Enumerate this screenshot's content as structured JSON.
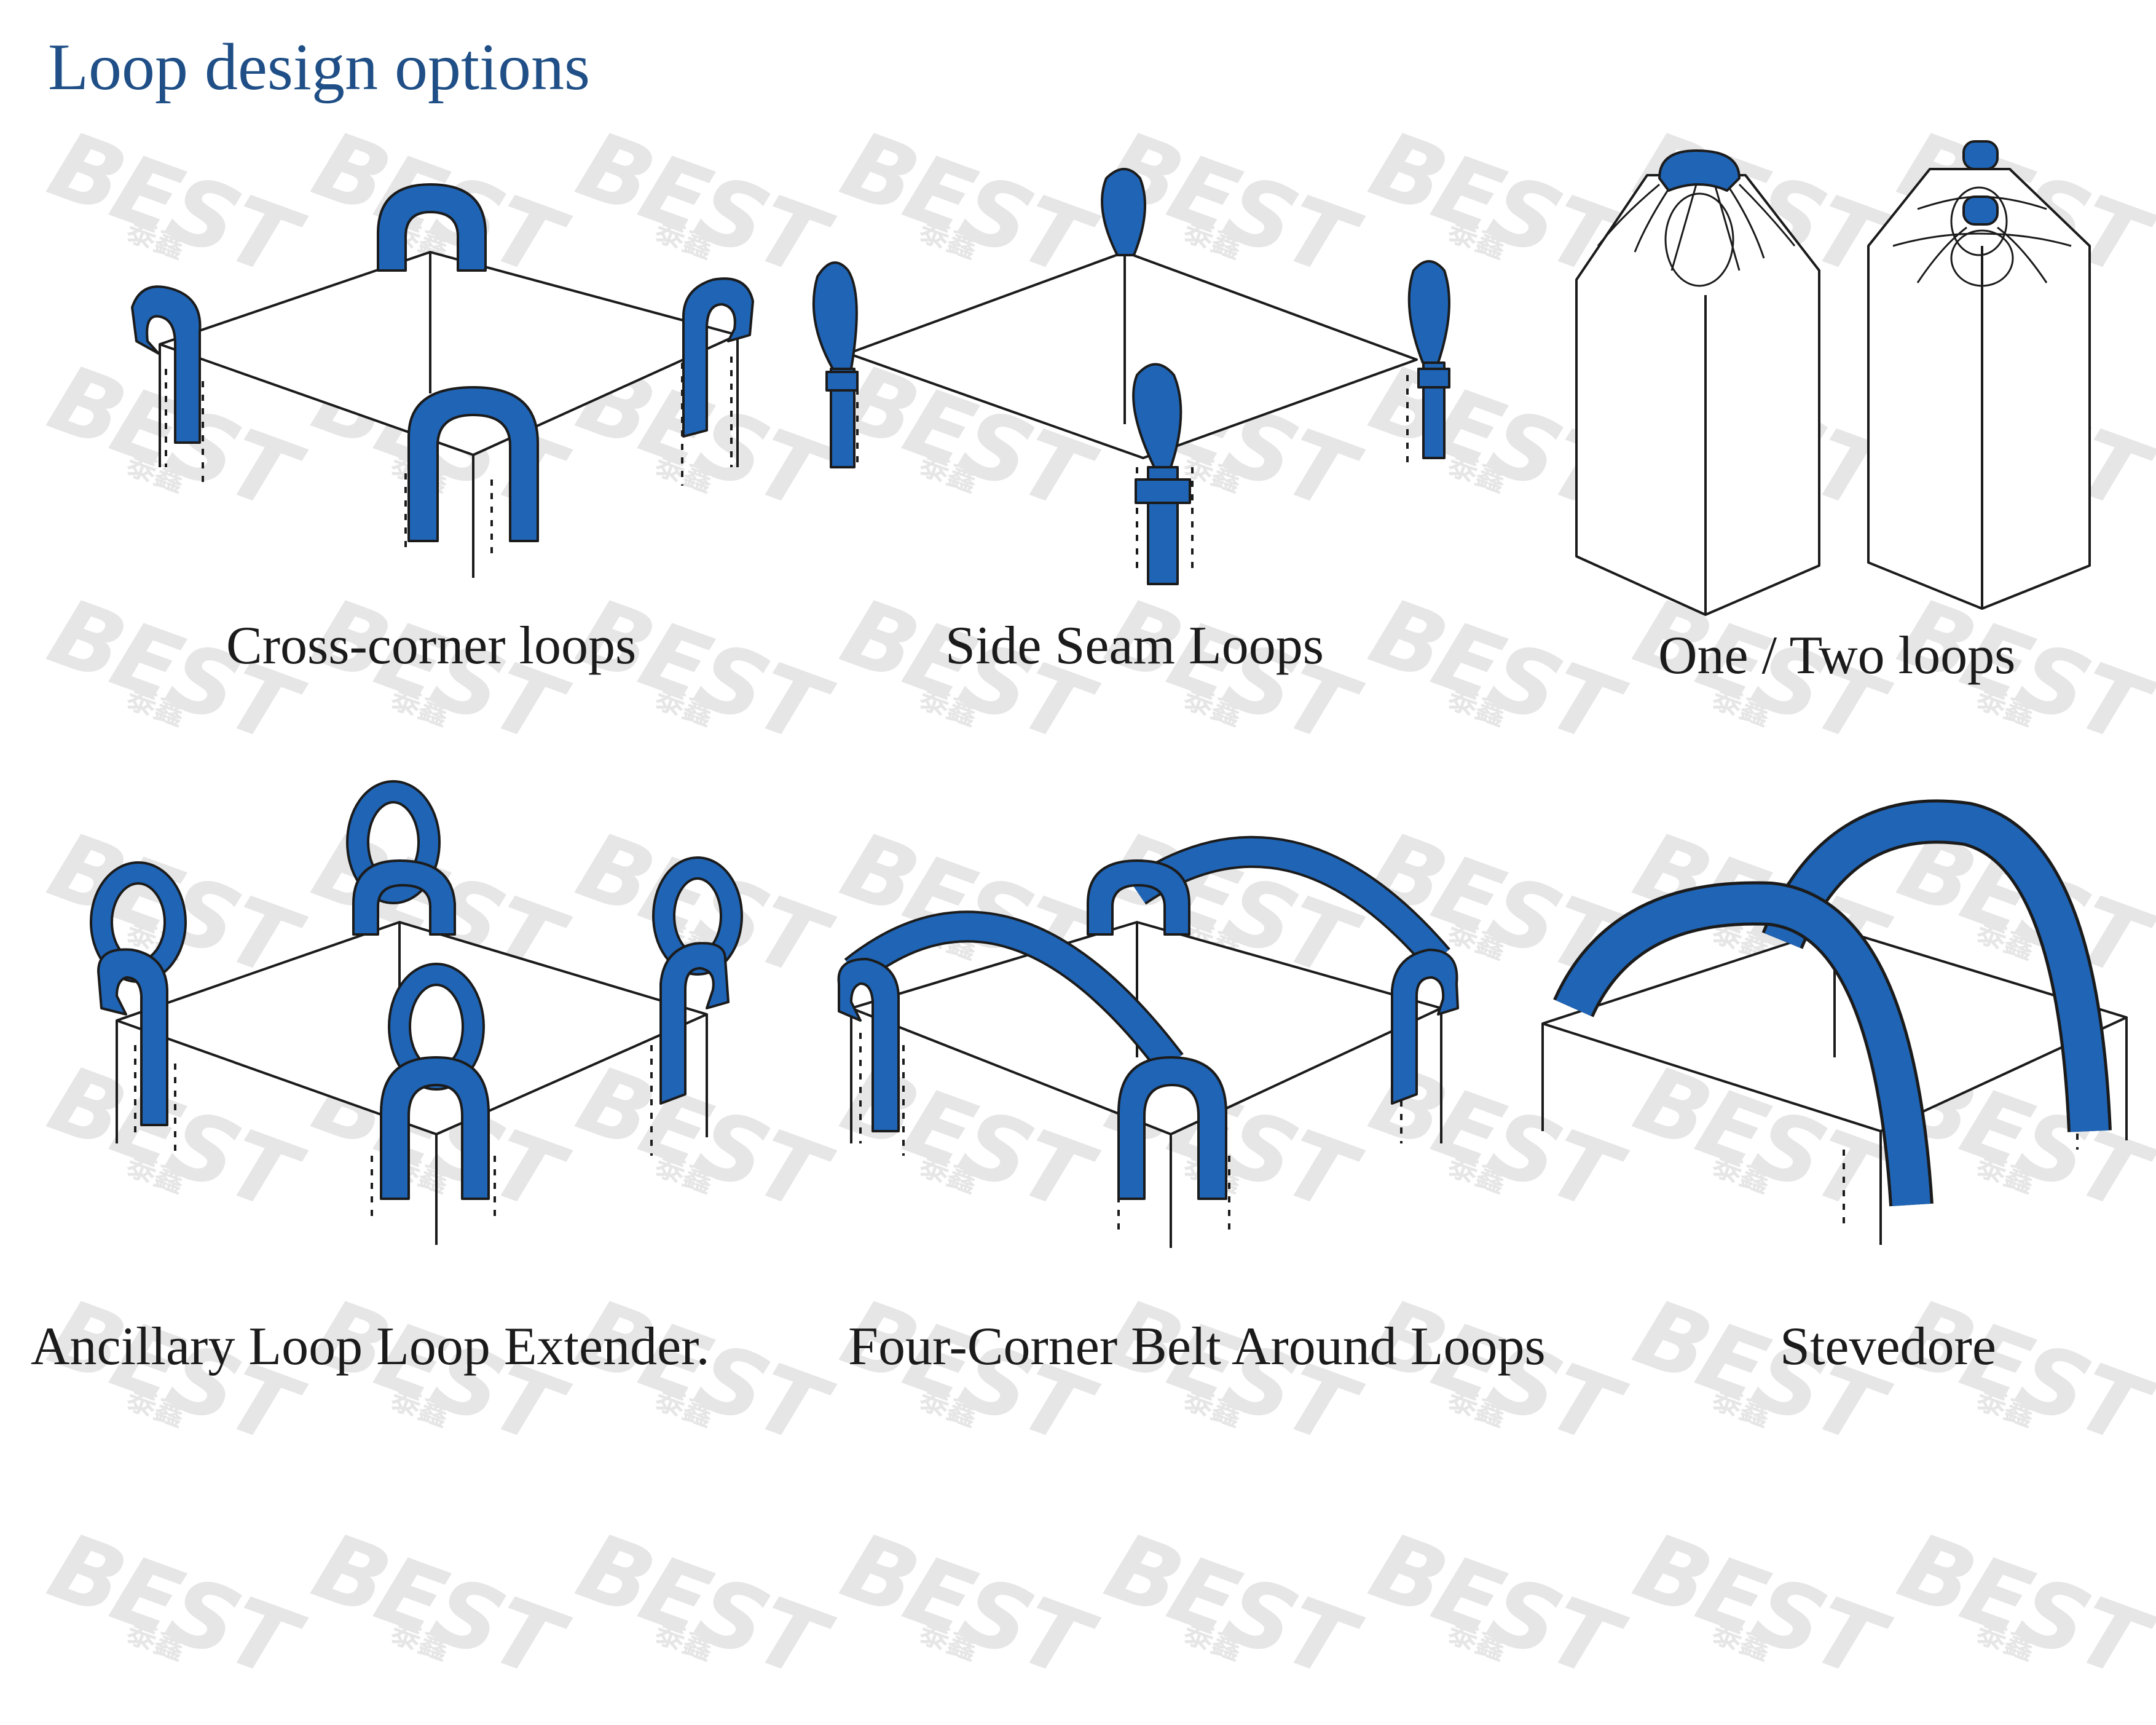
{
  "title": "Loop design options",
  "watermark": {
    "brand": "BEST",
    "subtext": "泰鑫"
  },
  "colors": {
    "loop_blue": "#1f64b5",
    "title_blue": "#1f4f86",
    "outline": "#1b1b1b",
    "watermark": "#e6e6e6"
  },
  "options": [
    {
      "caption": "Cross-corner loops"
    },
    {
      "caption": "Side Seam Loops"
    },
    {
      "caption": "One / Two loops"
    },
    {
      "caption": "Ancillary Loop Loop Extender."
    },
    {
      "caption": "Four-Corner Belt Around Loops"
    },
    {
      "caption": "Stevedore"
    }
  ]
}
